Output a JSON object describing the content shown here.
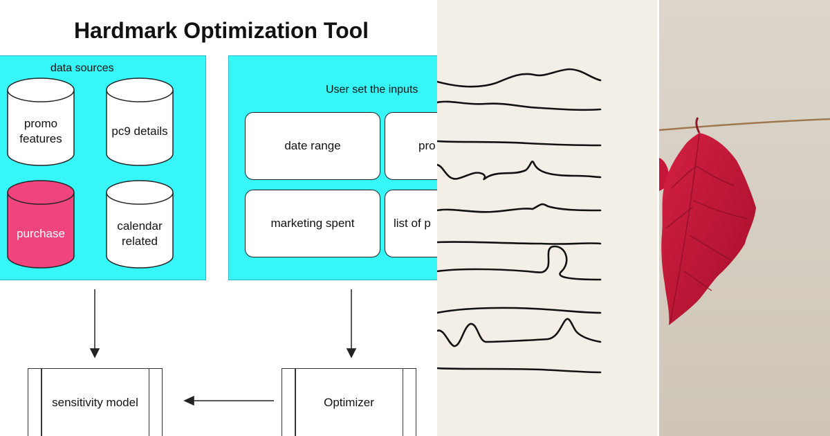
{
  "diagram": {
    "title": "Hardmark Optimization Tool",
    "data_sources": {
      "label": "data sources",
      "items": [
        {
          "label": "promo\nfeatures",
          "fill": "#ffffff"
        },
        {
          "label": "pc9 details",
          "fill": "#ffffff"
        },
        {
          "label": "purchase",
          "fill": "#f0447f"
        },
        {
          "label": "calendar\nrelated",
          "fill": "#ffffff"
        }
      ]
    },
    "user_inputs": {
      "label": "User set the inputs",
      "items": [
        {
          "label": "date range"
        },
        {
          "label": "pro"
        },
        {
          "label": "marketing spent"
        },
        {
          "label": "list of p"
        }
      ]
    },
    "processes": {
      "sensitivity_model": "sensitivity model",
      "optimizer": "Optimizer"
    },
    "colors": {
      "group_fill": "#36f6f8",
      "highlight": "#f0447f"
    }
  },
  "art_panels": {
    "lines_background": "#f3efe7",
    "leaf_color": "#c8163a",
    "string_color": "#a07850"
  }
}
